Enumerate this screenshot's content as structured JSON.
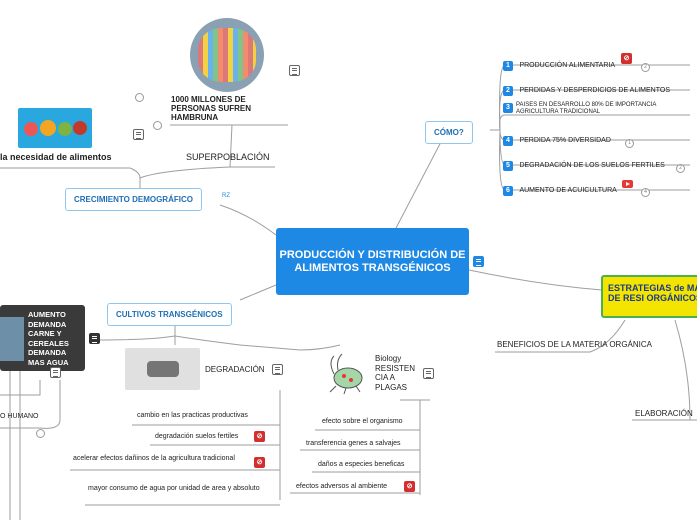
{
  "central": "PRODUCCIÓN Y DISTRIBUCIÓN DE ALIMENTOS TRANSGÉNICOS",
  "crecimiento": {
    "title": "CRECIMIENTO DEMOGRÁFICO",
    "tag": "RZ",
    "necesidad": "la necesidad de alimentos",
    "superpoblacion": "SUPERPOBLACIÓN",
    "hambruna": "1000 MILLONES DE PERSONAS SUFREN HAMBRUNA"
  },
  "como": {
    "title": "CÓMO?",
    "items": [
      {
        "n": "1",
        "label": "PRODUCCIÓN ALIMENTARIA"
      },
      {
        "n": "2",
        "label": "PERDIDAS Y DESPERDICIOS DE ALIMENTOS"
      },
      {
        "n": "3",
        "label": "PAISES EN DESARROLLO 80% DE IMPORTANCIA AGRICULTURA TRADICIONAL"
      },
      {
        "n": "4",
        "label": "PERDIDA 75% DIVERSIDAD"
      },
      {
        "n": "5",
        "label": "DEGRADACIÓN DE LOS SUELOS FERTILES"
      },
      {
        "n": "6",
        "label": "AUMENTO DE ACUICULTURA"
      }
    ],
    "counts": [
      "2",
      "1",
      "2",
      "4"
    ]
  },
  "estrategias": {
    "title": "ESTRATEGIAS  de MANEJO DE RESI ORGÁNICOS",
    "beneficios": "BENEFICIOS DE LA MATERIA ORGÁNICA",
    "elaboracion": "ELABORACIÓN"
  },
  "cultivos": {
    "title": "CULTIVOS TRANSGÉNICOS",
    "aumento": "AUMENTO DEMANDA CARNE Y CEREALES DEMANDA MAS AGUA",
    "humano": "O HUMANO",
    "degradacion": {
      "title": "DEGRADACIÓN",
      "items": [
        "cambio en las practicas productivas",
        "degradación suelos fertiles",
        "acelerar efectos dañinos de la agricultura tradicional",
        "mayor consumo de agua por unidad de area y absoluto"
      ]
    },
    "biology": {
      "title": "Biology RESISTEN CIA A PLAGAS",
      "items": [
        "efecto sobre el organismo",
        "transferencia genes a salvajes",
        "daños a especies beneficas",
        "efectos adversos al ambiente"
      ]
    }
  },
  "colors": {
    "accent": "#1e88e5",
    "topic_border": "#8fc7ef",
    "strategy_bg": "#f3e500",
    "strategy_border": "#4caf50"
  }
}
